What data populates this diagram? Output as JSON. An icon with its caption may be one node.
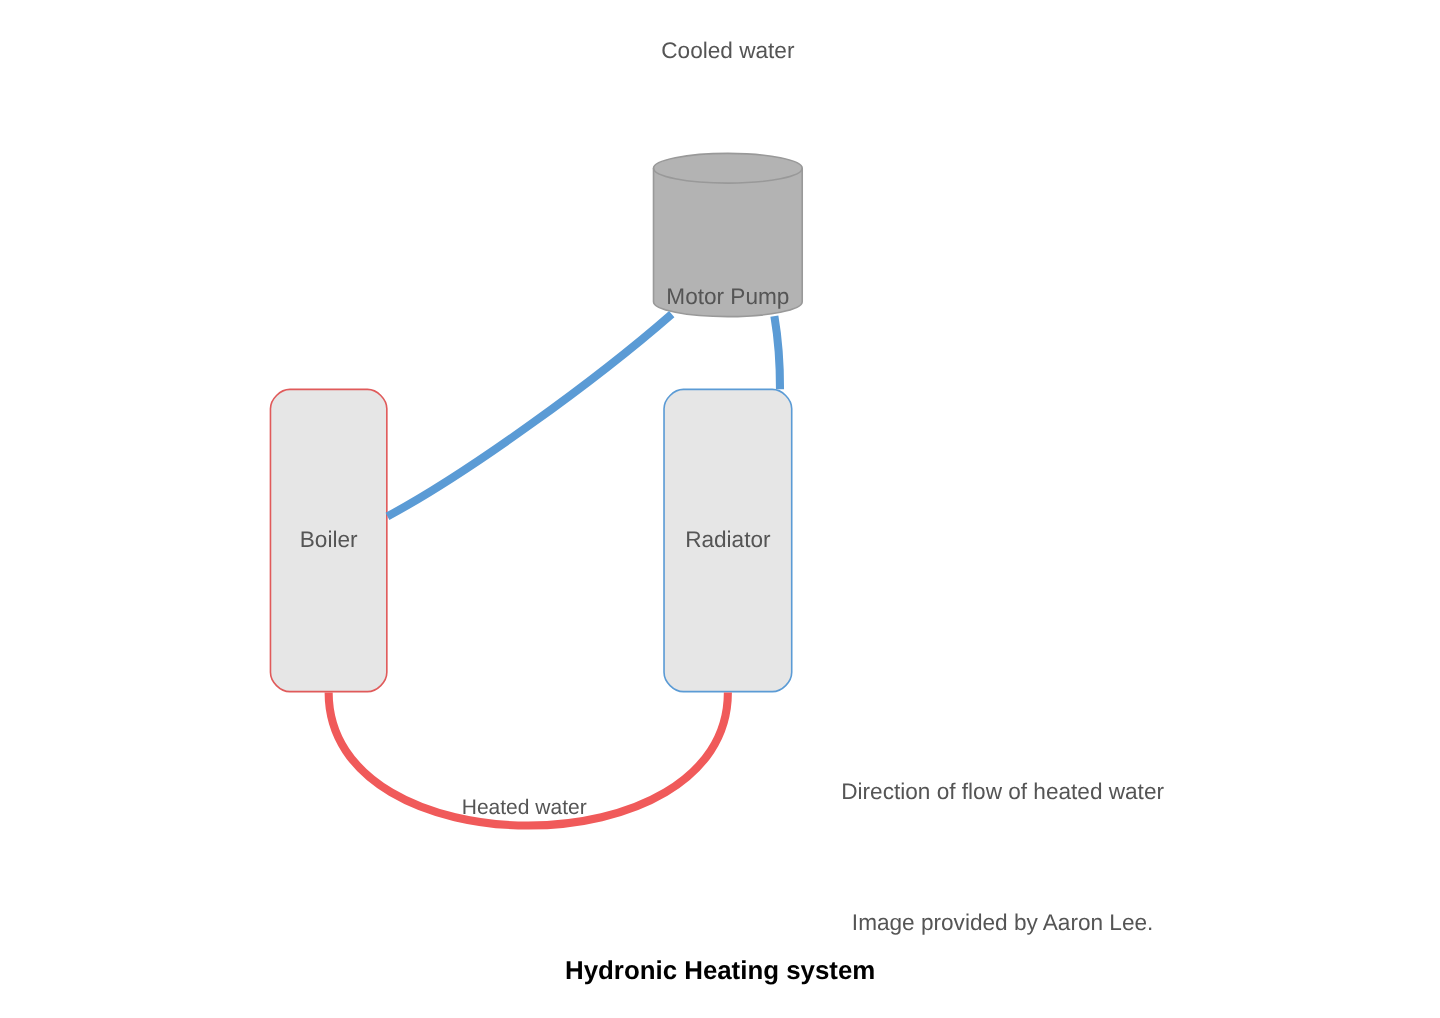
{
  "diagram": {
    "caption": "Hydronic Heating system",
    "nodes": [
      {
        "text": [
          "Boiler"
        ]
      },
      {
        "text": [
          "Motor Pump"
        ]
      },
      {
        "text": [
          "Radiator"
        ]
      }
    ],
    "edges": [
      {
        "from": 0,
        "to": 1,
        "arrow": "none",
        "color": "#5b9bd5"
      },
      {
        "from": 1,
        "to": 2,
        "arrow": "none",
        "color": "#5b9bd5"
      },
      {
        "from": 2,
        "to": 0,
        "label": "Heated water",
        "arrow": "none",
        "color": "#f05a5a"
      }
    ],
    "labels": [
      "Cooled water",
      "Direction of flow of heated water",
      "Image provided by Aaron Lee."
    ]
  }
}
